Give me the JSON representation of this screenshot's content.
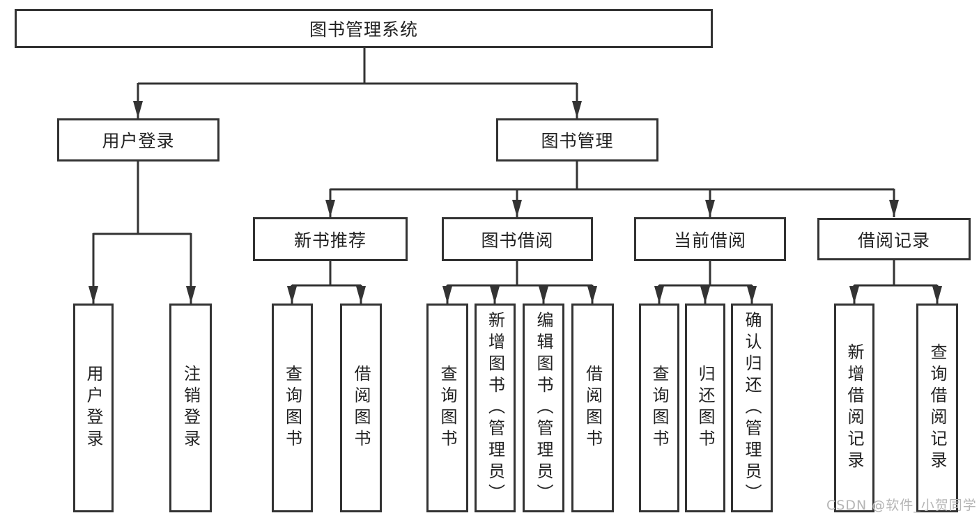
{
  "diagram": {
    "root": {
      "label": "图书管理系统"
    },
    "level2": {
      "user_login": {
        "label": "用户登录"
      },
      "book_mgmt": {
        "label": "图书管理"
      }
    },
    "level3": {
      "new_book_rec": {
        "label": "新书推荐"
      },
      "book_borrow": {
        "label": "图书借阅"
      },
      "current_borrow": {
        "label": "当前借阅"
      },
      "borrow_record": {
        "label": "借阅记录"
      }
    },
    "leaves": {
      "login": {
        "label": "用户登录"
      },
      "logout": {
        "label": "注销登录"
      },
      "rec_query_book": {
        "label": "查询图书"
      },
      "rec_borrow_book": {
        "label": "借阅图书"
      },
      "borrow_query_book": {
        "label": "查询图书"
      },
      "borrow_add_book": {
        "label": "新增图书（管理员）"
      },
      "borrow_edit_book": {
        "label": "编辑图书（管理员）"
      },
      "borrow_borrow_book": {
        "label": "借阅图书"
      },
      "current_query_book": {
        "label": "查询图书"
      },
      "current_return_book": {
        "label": "归还图书"
      },
      "current_confirm_return": {
        "label": "确认归还（管理员）"
      },
      "record_add": {
        "label": "新增借阅记录"
      },
      "record_query": {
        "label": "查询借阅记录"
      }
    }
  },
  "watermark": {
    "text": "CSDN @软件_小贺同学"
  },
  "colors": {
    "line": "#333333",
    "box_border": "#333333",
    "text": "#222222",
    "watermark": "#b5b5b5",
    "background": "#ffffff"
  }
}
